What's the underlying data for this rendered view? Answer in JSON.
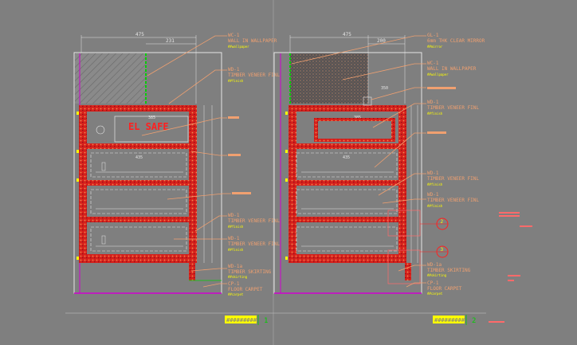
{
  "colors": {
    "background": "#7f7f7f",
    "line_white": "#e6e6e6",
    "red_hatch": "#d6201c",
    "orange": "#f0a070",
    "yellow": "#ffff00",
    "magenta": "#d000d0",
    "green": "#00d000",
    "dim_cyan": "#a8f0ff",
    "wallpaper_hatch": "#555555"
  },
  "view1": {
    "top_dims": [
      "475",
      "231"
    ],
    "inner_dims": [
      "385",
      "435"
    ],
    "safe_label": "EL SAFE",
    "callouts": [
      {
        "tag": "WC-1",
        "desc": "WALL IN WALLPAPER",
        "note": "##wallpaper"
      },
      {
        "tag": "WD-1",
        "desc": "TIMBER VENEER FINL",
        "note": "##finish"
      },
      {
        "tag": "",
        "desc": "",
        "note": ""
      },
      {
        "tag": "",
        "desc": "",
        "note": ""
      },
      {
        "tag": "WD-1",
        "desc": "TIMBER VENEER FINL",
        "note": "##finish"
      },
      {
        "tag": "WD-1",
        "desc": "TIMBER VENEER FINL",
        "note": "##finish"
      },
      {
        "tag": "WD-1a",
        "desc": "TIMBER SKIRTING",
        "note": "##skirting"
      },
      {
        "tag": "CP-1",
        "desc": "FLOOR CARPET",
        "note": "##carpet"
      }
    ],
    "title": "##########",
    "number": "1"
  },
  "view2": {
    "top_dims": [
      "475",
      "200",
      "350",
      "385",
      "435"
    ],
    "callouts": [
      {
        "tag": "GL-1",
        "desc": "6mm THK CLEAR MIRROR",
        "note": "##mirror"
      },
      {
        "tag": "WC-1",
        "desc": "WALL IN WALLPAPER",
        "note": "##wallpaper"
      },
      {
        "tag": "",
        "desc": "",
        "note": ""
      },
      {
        "tag": "WD-1",
        "desc": "TIMBER VENEER FINL",
        "note": "##finish"
      },
      {
        "tag": "",
        "desc": "",
        "note": ""
      },
      {
        "tag": "WD-1",
        "desc": "TIMBER VENEER FINL",
        "note": "##finish"
      },
      {
        "tag": "WD-1",
        "desc": "TIMBER VENEER FINL",
        "note": "##finish"
      },
      {
        "tag": "WD-1a",
        "desc": "TIMBER SKIRTING",
        "note": "##skirting"
      },
      {
        "tag": "CP-1",
        "desc": "FLOOR CARPET",
        "note": "##carpet"
      }
    ],
    "markers": [
      "2",
      "3"
    ],
    "title": "##########",
    "number": "2"
  }
}
